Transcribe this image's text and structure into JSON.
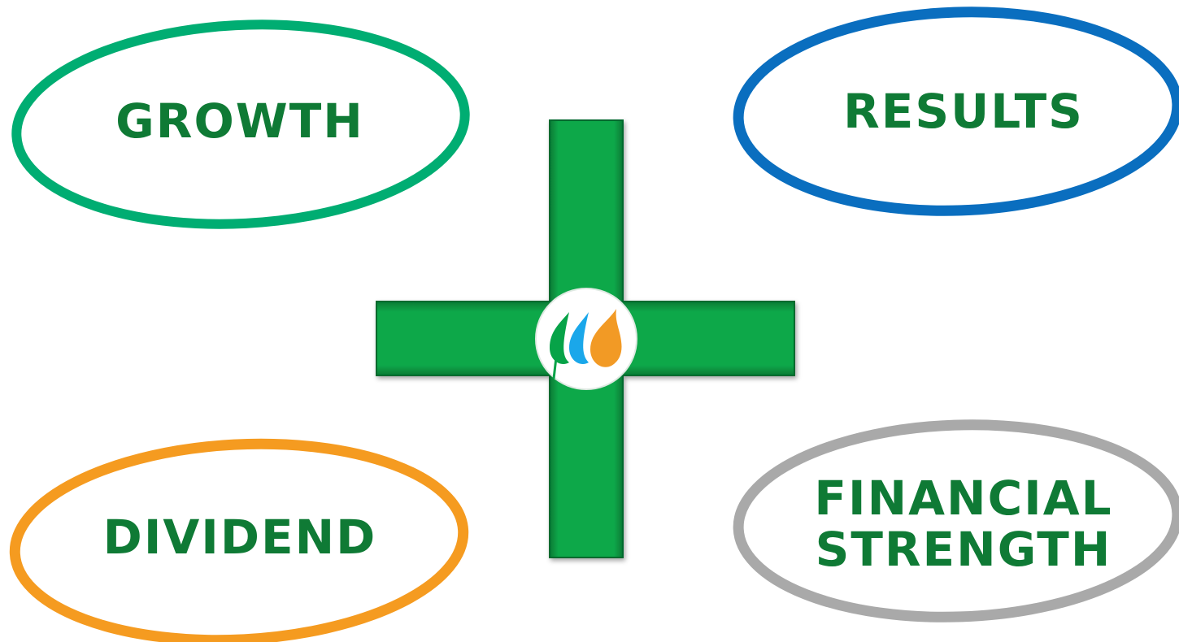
{
  "pillars": [
    {
      "id": "growth",
      "label": "GROWTH",
      "ring_color": "#00ad72"
    },
    {
      "id": "results",
      "label": "RESULTS",
      "ring_color": "#0a6ebf"
    },
    {
      "id": "dividend",
      "label": "DIVIDEND",
      "ring_color": "#f59b20"
    },
    {
      "id": "financial_strength",
      "label_lines": [
        "FINANCIAL",
        "STRENGTH"
      ],
      "ring_color": "#a9a9a9"
    }
  ],
  "text_color": "#0f7a35",
  "cross_color": "#08a84a",
  "logo": {
    "icon": "leaf-drop-flame-logo-icon",
    "colors": [
      "#07a348",
      "#1aa7ea",
      "#f29a25"
    ]
  }
}
